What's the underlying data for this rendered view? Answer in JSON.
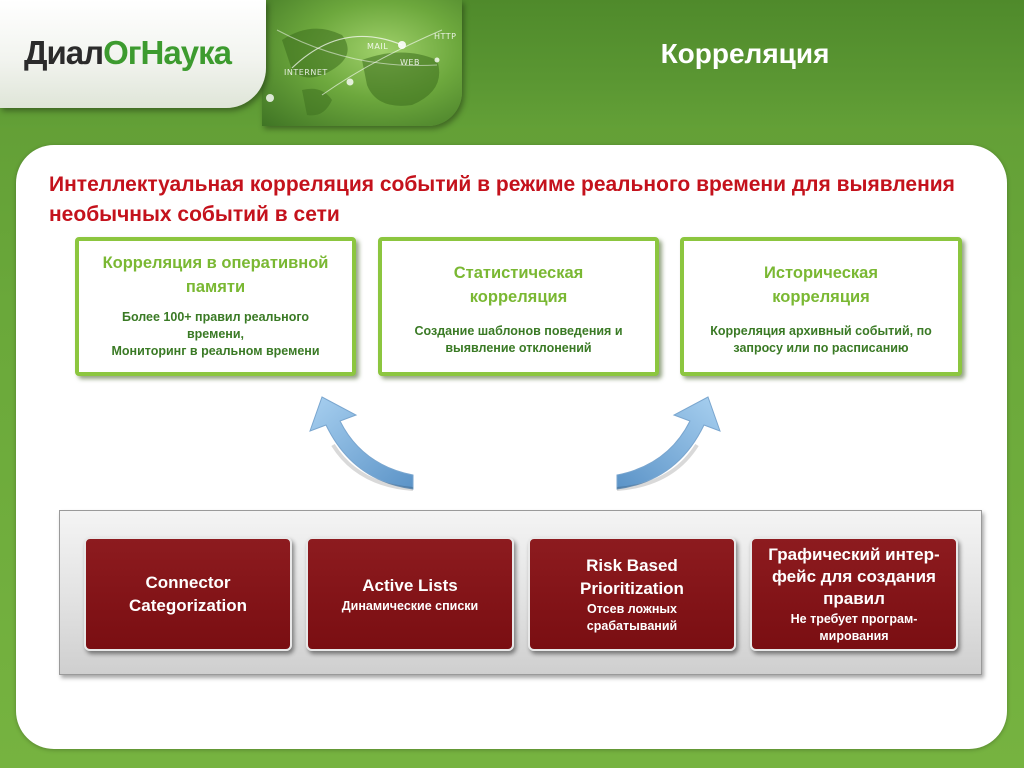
{
  "header": {
    "logo_part1": "Диал",
    "logo_part2": "ОгНаука",
    "title": "Корреляция",
    "globe_labels": [
      "MAIL",
      "HTTP",
      "WEB",
      "INTERNET"
    ]
  },
  "headline": "Интеллектуальная корреляция событий в режиме реального времени для выявления необычных событий в сети",
  "boxes": [
    {
      "title": "Корреляция в оперативной памяти",
      "desc_line1": "Более 100+  правил реального времени,",
      "desc_line2": "Мониторинг в реальном времени"
    },
    {
      "title": "Статистическая корреляция",
      "desc": "Создание шаблонов поведения и выявление отклонений"
    },
    {
      "title": "Историческая корреляция",
      "desc": "Корреляция архивный событий, по запросу или по расписанию"
    }
  ],
  "modules": [
    {
      "title": "Connector Categorization",
      "sub": ""
    },
    {
      "title": "Active Lists",
      "sub": "Динамические списки"
    },
    {
      "title": "Risk Based Prioritization",
      "sub": "Отсев ложных срабатываний"
    },
    {
      "title": "Графический интер-фейс  для создания правил",
      "sub": "Не требует програм-мирования"
    }
  ],
  "colors": {
    "background_green": "#6aa83a",
    "headline_red": "#c4121c",
    "box_border_green": "#8cc63f",
    "box_text_green": "#7ab833",
    "module_red": "#7a0e12",
    "arrow_blue": "#7fb3de"
  }
}
